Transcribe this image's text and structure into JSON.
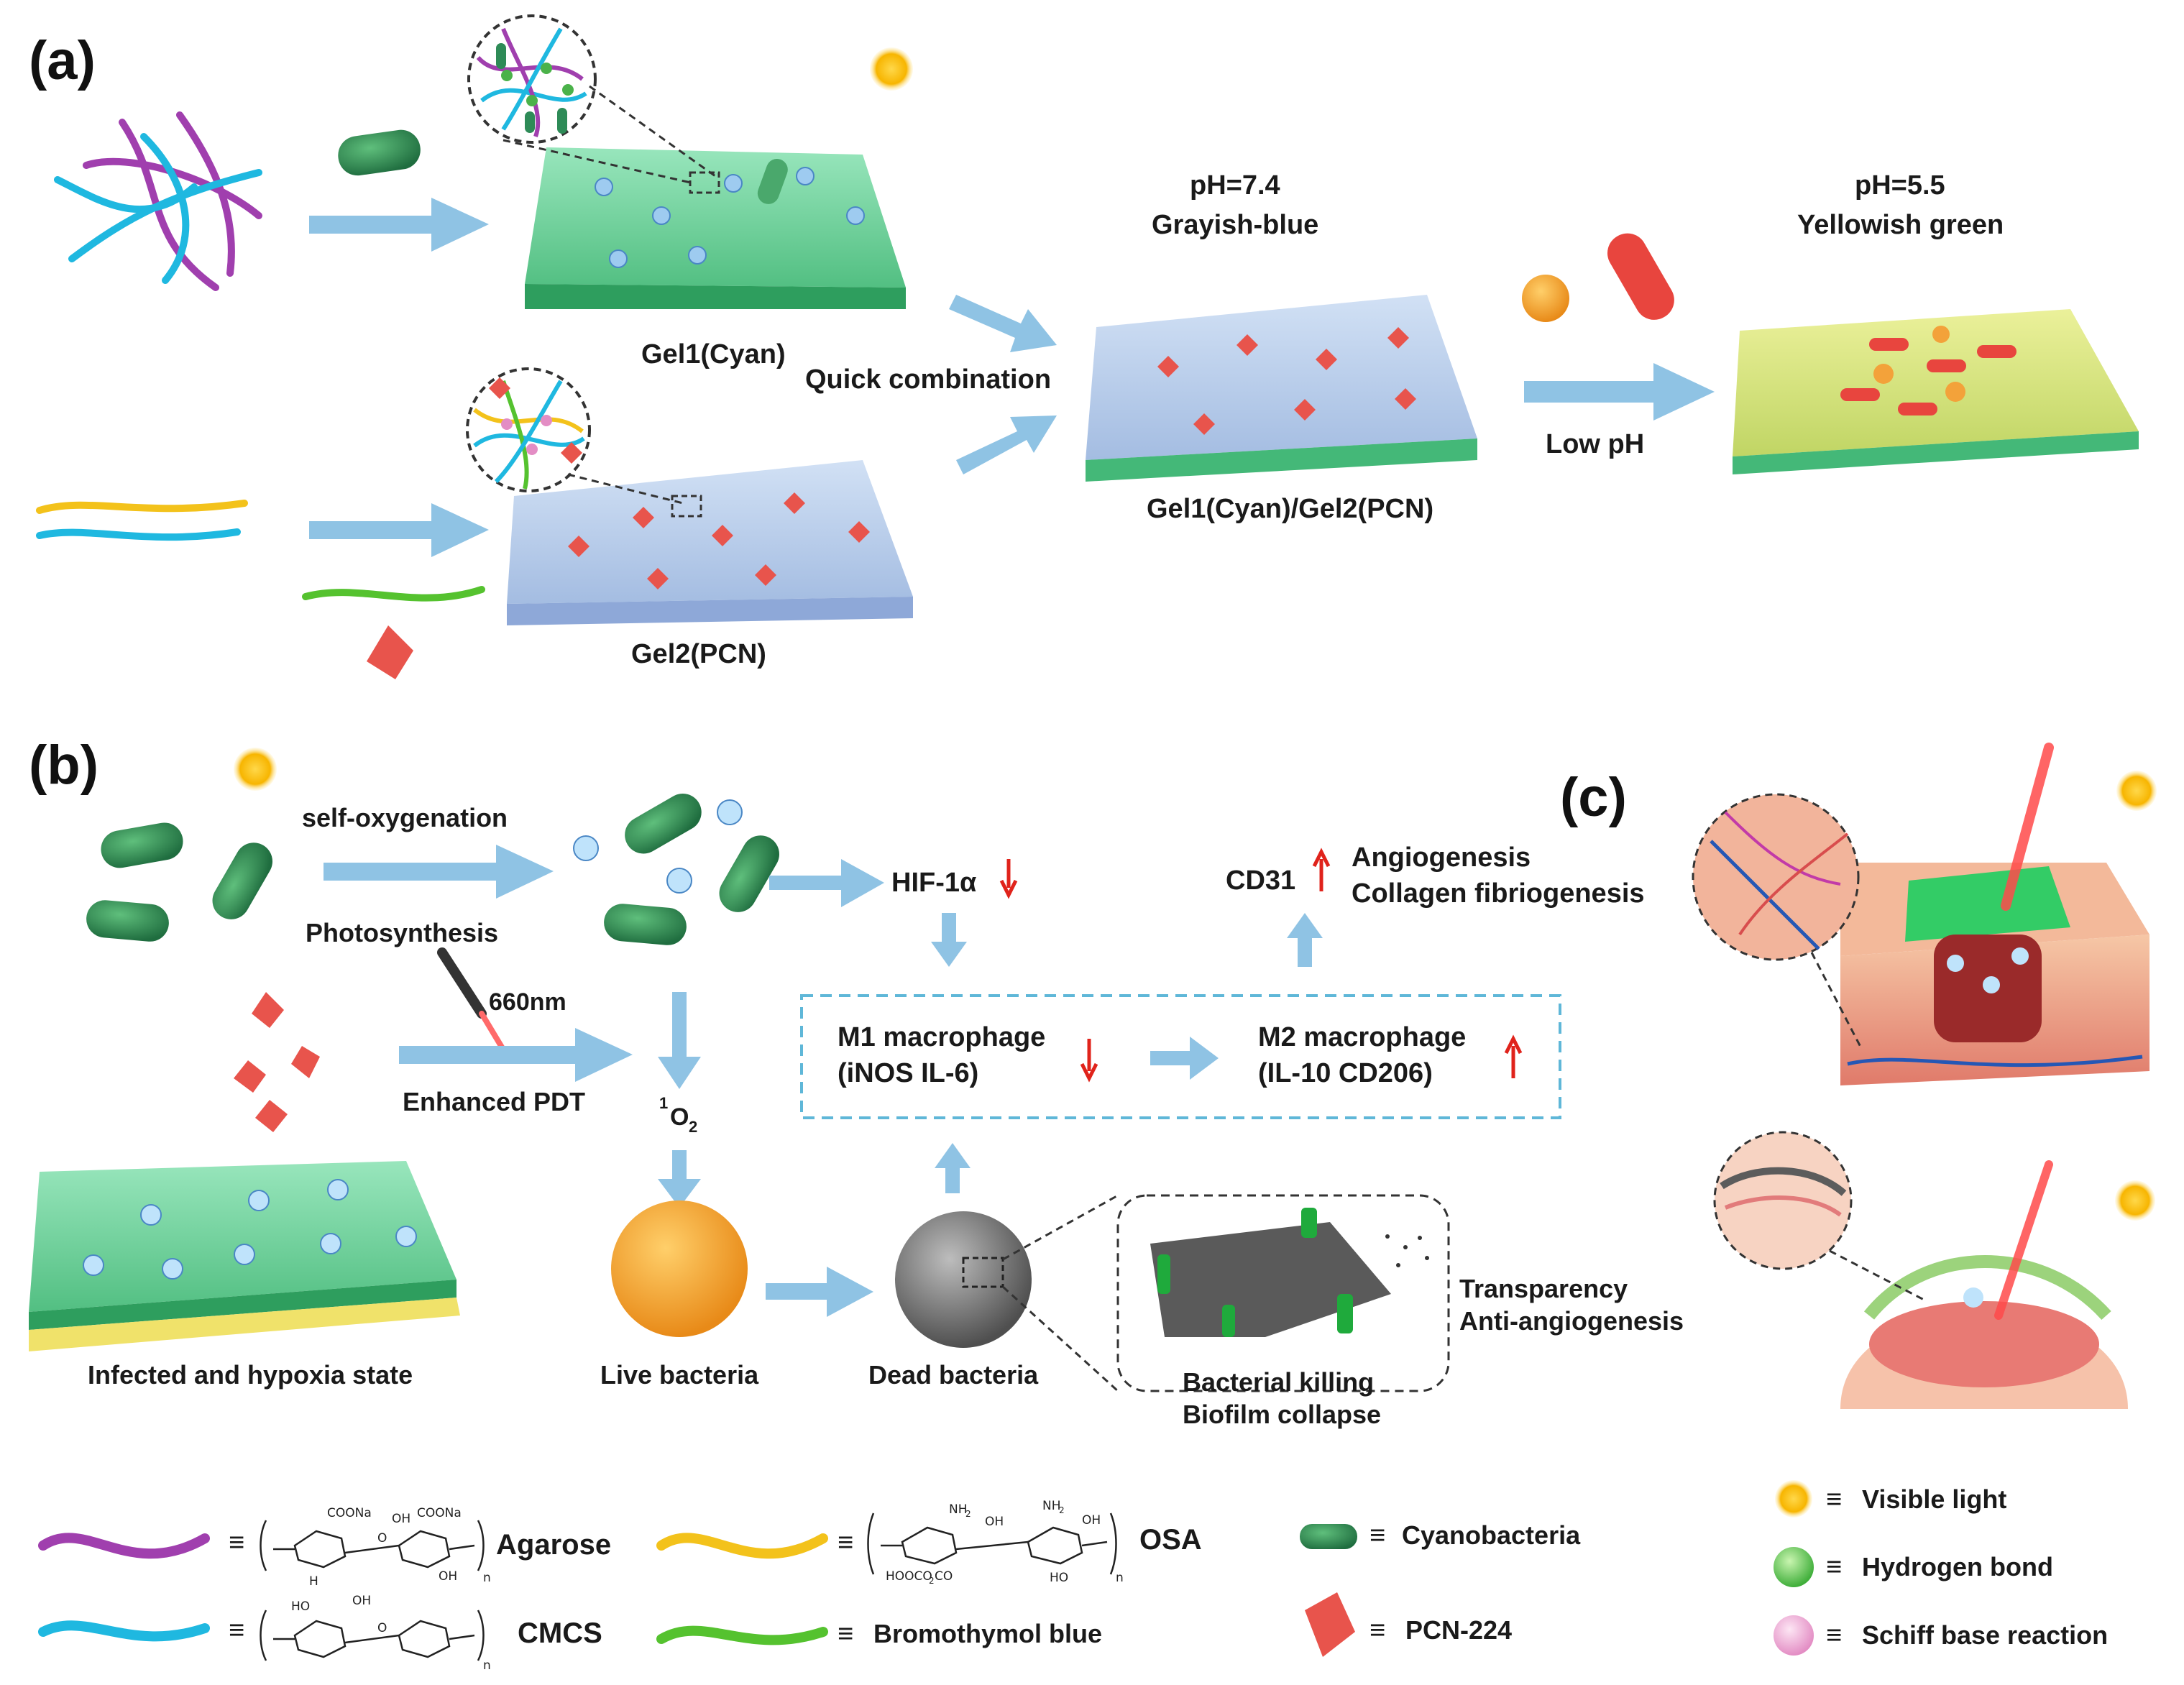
{
  "panels": {
    "a": "(a)",
    "b": "(b)",
    "c": "(c)"
  },
  "panel_a": {
    "gel1_label": "Gel1(Cyan)",
    "gel2_label": "Gel2(PCN)",
    "quick_combination": "Quick combination",
    "ph74": "pH=7.4",
    "ph74_color": "Grayish-blue",
    "combined_label": "Gel1(Cyan)/Gel2(PCN)",
    "low_ph": "Low pH",
    "ph55": "pH=5.5",
    "ph55_color": "Yellowish green"
  },
  "panel_b": {
    "self_oxygenation": "self-oxygenation",
    "photosynthesis": "Photosynthesis",
    "laser_wavelength": "660nm",
    "enhanced_pdt": "Enhanced PDT",
    "hif": "HIF-1α",
    "singlet_o2_sup": "1",
    "singlet_o2": "O",
    "singlet_o2_sub": "2",
    "m1_title": "M1 macrophage",
    "m1_markers": "(iNOS  IL-6)",
    "m2_title": "M2 macrophage",
    "m2_markers": "(IL-10  CD206)",
    "cd31": "CD31",
    "angiogenesis": "Angiogenesis",
    "collagen": "Collagen fibriogenesis",
    "infected_state": "Infected and hypoxia state",
    "live_bacteria": "Live bacteria",
    "dead_bacteria": "Dead bacteria",
    "bacterial_killing": "Bacterial killing",
    "biofilm_collapse": "Biofilm collapse",
    "transparency": "Transparency",
    "anti_angiogenesis": "Anti-angiogenesis"
  },
  "legend": {
    "equiv": "≡",
    "agarose": "Agarose",
    "cmcs": "CMCS",
    "osa": "OSA",
    "bromothymol": "Bromothymol blue",
    "cyanobacteria": "Cyanobacteria",
    "pcn224": "PCN-224",
    "visible_light": "Visible light",
    "hydrogen_bond": "Hydrogen bond",
    "schiff_base": "Schiff base reaction",
    "chem": {
      "coona1": "COONa",
      "oh1": "OH",
      "coona2": "COONa",
      "o": "O",
      "h": "H",
      "oh2": "OH",
      "n": "n",
      "ho": "HO",
      "oh3": "OH",
      "nh2a": "NH",
      "nh2b": "NH",
      "two": "2",
      "hoooco2co": "HOOCO",
      "co2": "CO"
    }
  },
  "colors": {
    "arrow": "#8fc3e4",
    "gel_green": "#6cd39a",
    "gel_blue": "#b7cdea",
    "gel_yellow": "#d9e37a",
    "agarose": "#a03fae",
    "cmcs": "#1fb8e0",
    "osa": "#f3c21b",
    "bromothymol": "#55c22f",
    "cyanobacteria": "#2e8b57",
    "pcn": "#e8544c",
    "sun": "#f7b500",
    "red_arrow": "#e0231b",
    "dashed_box": "#5fb7d8"
  }
}
